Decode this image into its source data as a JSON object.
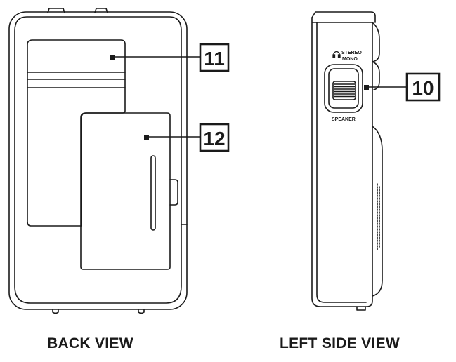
{
  "views": {
    "back": {
      "label": "BACK VIEW"
    },
    "left_side": {
      "label": "LEFT SIDE VIEW"
    }
  },
  "callouts": [
    {
      "number": "11",
      "target": "belt-clip"
    },
    {
      "number": "12",
      "target": "battery-cover"
    },
    {
      "number": "10",
      "target": "audio-output-switch"
    }
  ],
  "switch_labels": {
    "stereo": "STEREO",
    "mono": "MONO",
    "speaker": "SPEAKER"
  },
  "icons": {
    "headphones": "headphones-icon"
  },
  "colors": {
    "line": "#1a1a1a",
    "background": "#ffffff"
  }
}
